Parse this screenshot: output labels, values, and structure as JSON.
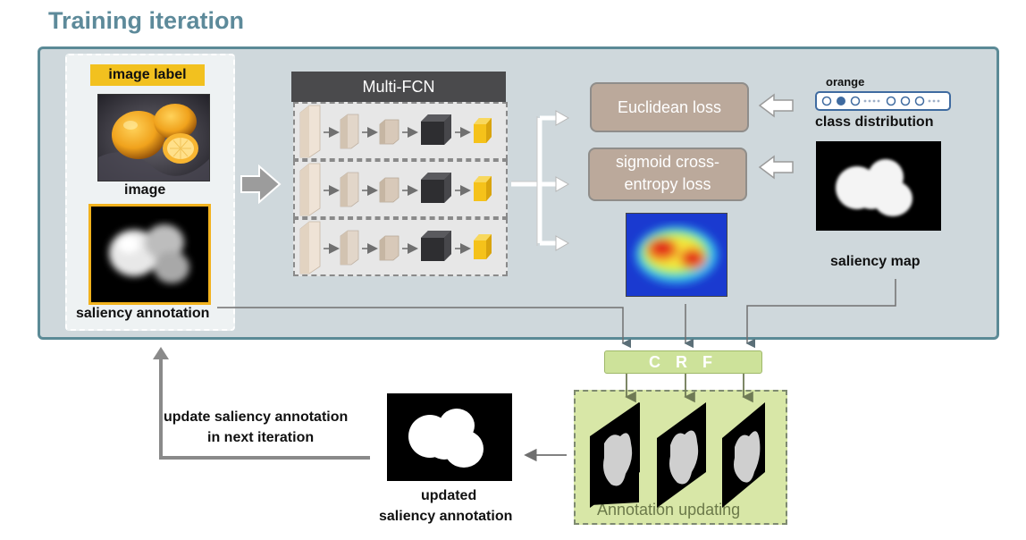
{
  "header": {
    "title": "Training iteration"
  },
  "inputs": {
    "image_label_tag": "image label",
    "image_caption": "image",
    "saliency_annotation_caption": "saliency annotation"
  },
  "network": {
    "title": "Multi-FCN"
  },
  "losses": {
    "euclidean": "Euclidean loss",
    "sigmoid_line1": "sigmoid cross-",
    "sigmoid_line2": "entropy loss"
  },
  "right": {
    "class_name": "orange",
    "class_distribution": "class distribution",
    "saliency_map": "saliency map"
  },
  "crf": {
    "label": "C R F"
  },
  "bottom": {
    "update_line1": "update saliency annotation",
    "update_line2": "in next iteration",
    "updated_line1": "updated",
    "updated_line2": "saliency annotation",
    "annotation_updating": "Annotation  updating"
  },
  "colors": {
    "title": "#5d8a9a",
    "panel_border": "#5b8a96",
    "panel_fill": "#cfd8dc",
    "label_tag": "#f2c11f",
    "fcn_header": "#4a4a4c",
    "loss_box": "#bba99b",
    "crf": "#cde29a",
    "update_panel": "#d8e7a7",
    "cube_gold": "#f2c11f",
    "cube_dark": "#3f3f42"
  }
}
